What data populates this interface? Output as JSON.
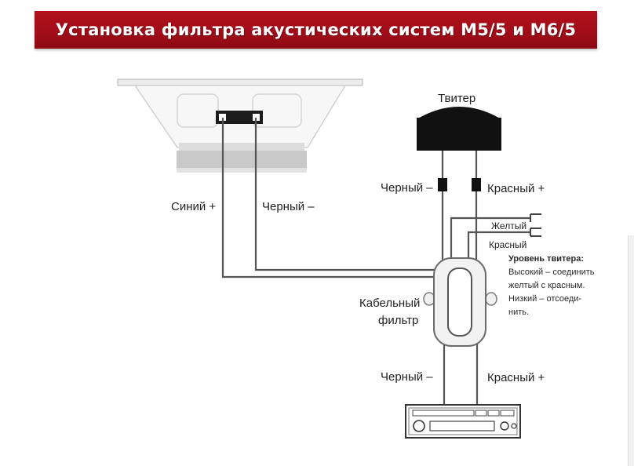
{
  "title": "Установка фильтра акустических систем М5/5 и М6/5",
  "labels": {
    "tweeter": "Твитер",
    "woofer_blue_plus": "Синий +",
    "woofer_black_minus": "Черный –",
    "tweeter_black_minus": "Черный –",
    "tweeter_red_plus": "Красный +",
    "yellow": "Желтый",
    "red": "Красный",
    "filter_line1": "Кабельный",
    "filter_line2": "фильтр",
    "head_black_minus": "Черный –",
    "head_red_plus": "Красный +"
  },
  "note": {
    "title": "Уровень твитера:",
    "line1": "Высокий – соединить",
    "line2": "желтый с красным.",
    "line3": "Низкий  –  отсоеди-",
    "line4": "нить."
  },
  "colors": {
    "title_bar": "#a00d18",
    "title_text": "#ffffff",
    "wire": "#555555",
    "tweeter_body": "#111111"
  },
  "icons": [
    "speaker-icon",
    "tweeter-icon",
    "cable-filter-icon",
    "head-unit-icon"
  ]
}
